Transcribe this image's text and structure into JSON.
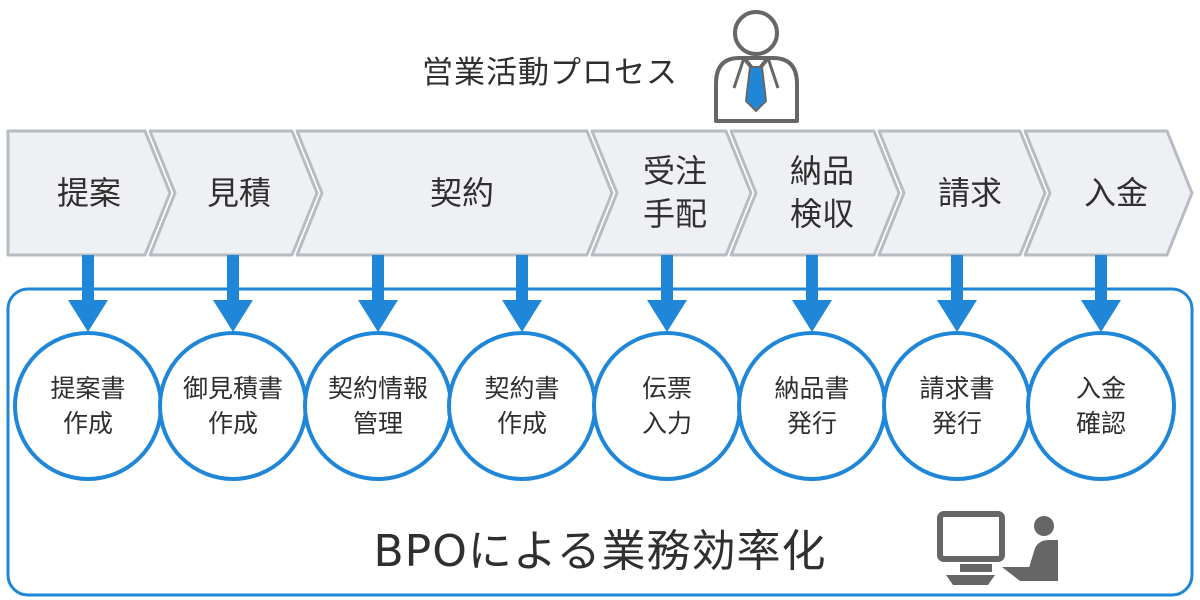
{
  "title": "営業活動プロセス",
  "steps": [
    {
      "label": "提案"
    },
    {
      "label": "見積"
    },
    {
      "label": "契約"
    },
    {
      "label": "受注\n手配"
    },
    {
      "label": "納品\n検収"
    },
    {
      "label": "請求"
    },
    {
      "label": "入金"
    }
  ],
  "tasks": [
    {
      "label": "提案書\n作成"
    },
    {
      "label": "御見積書\n作成"
    },
    {
      "label": "契約情報\n管理"
    },
    {
      "label": "契約書\n作成"
    },
    {
      "label": "伝票\n入力"
    },
    {
      "label": "納品書\n発行"
    },
    {
      "label": "請求書\n発行"
    },
    {
      "label": "入金\n確認"
    }
  ],
  "footer": {
    "text": "BPOによる業務効率化"
  },
  "icons": {
    "person": "businessman-icon",
    "computer_user": "computer-user-icon"
  },
  "colors": {
    "arrow_blue": "#1f86d8",
    "step_fill": "#eef0f3",
    "step_border": "#b7bcc2",
    "dark_icon": "#666666"
  }
}
